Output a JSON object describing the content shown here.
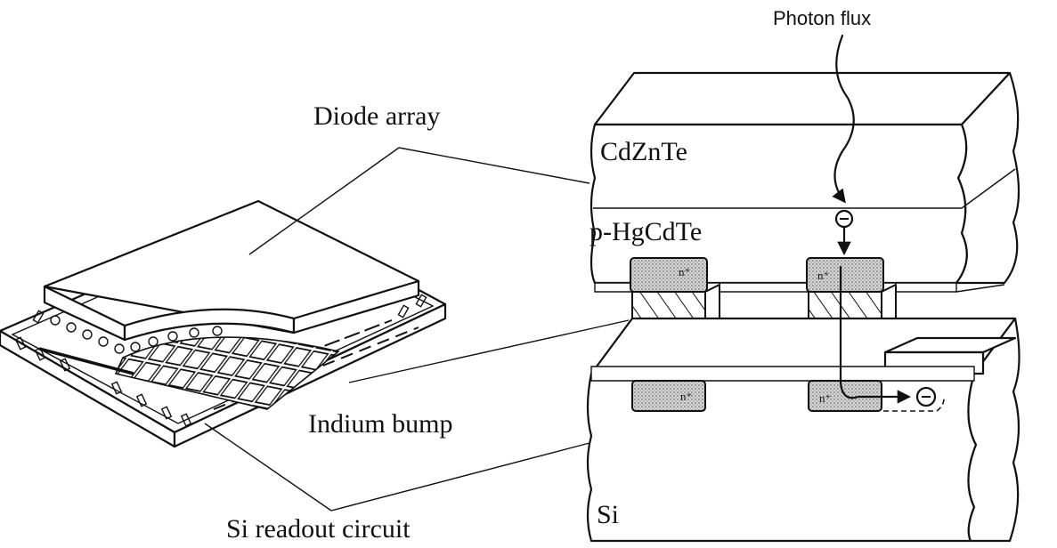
{
  "labels": {
    "photon_flux": "Photon flux",
    "diode_array": "Diode array",
    "cdznte": "CdZnTe",
    "p_hgcdte": "p-HgCdTe",
    "indium_bump": "Indium bump",
    "si_readout": "Si readout circuit",
    "si": "Si",
    "n_plus": "n⁺",
    "electron": "⊖"
  },
  "colors": {
    "line": "#111111",
    "implant_fill": "#c8c8c8",
    "background": "#ffffff"
  }
}
